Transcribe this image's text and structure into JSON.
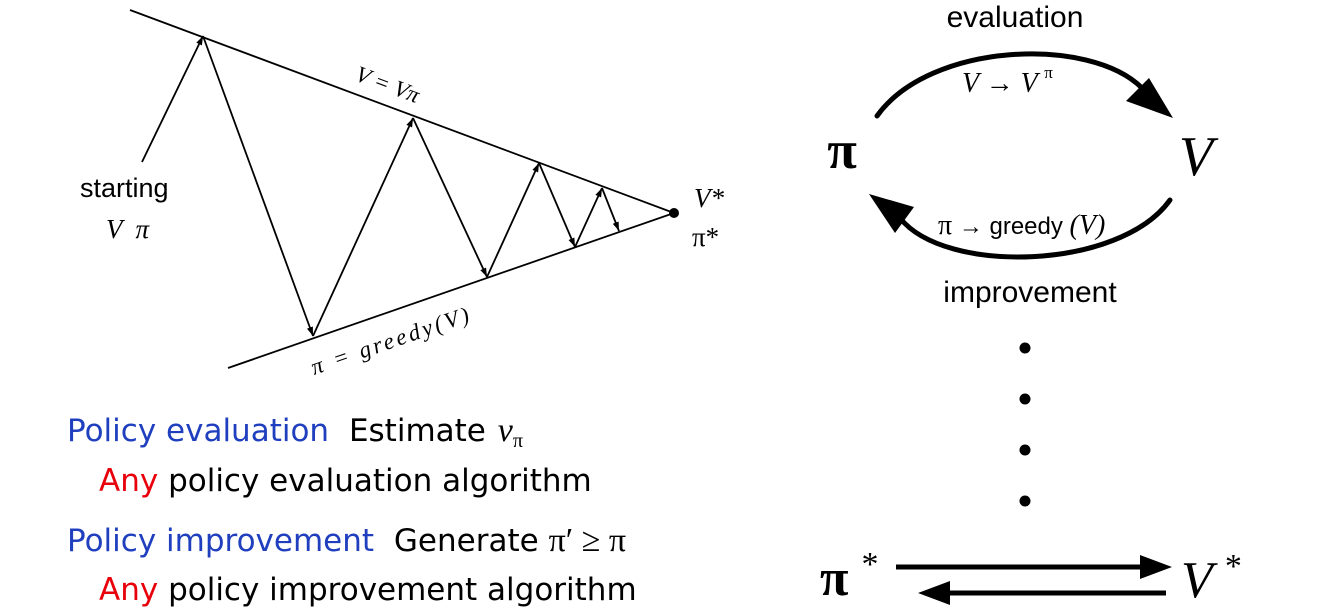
{
  "left_diagram": {
    "label_v_eq_vpi": "V = Vπ",
    "label_pi_eq_greedy": "π = greedy(V)",
    "starting_label": "starting",
    "starting_sub": "V  π",
    "converge_v": "V*",
    "converge_pi": "π*"
  },
  "right_diagram": {
    "top_label": "evaluation",
    "top_formula_lhs": "V →",
    "top_formula_rhs": "V",
    "top_formula_sup": "π",
    "node_pi": "π",
    "node_v": "V",
    "bottom_formula_pi": "π",
    "bottom_formula_arrow": "→",
    "bottom_formula_greedy": "greedy",
    "bottom_formula_arg": "(V)",
    "bottom_label": "improvement",
    "final_pi": "π",
    "final_v": "V",
    "final_star": "*"
  },
  "text_block": {
    "line1_term": "Policy evaluation",
    "line1_rest": "Estimate",
    "line1_math": "v",
    "line1_math_sub": "π",
    "line2_any": "Any",
    "line2_rest": "policy evaluation algorithm",
    "line3_term": "Policy improvement",
    "line3_rest": "Generate",
    "line3_math": "π′ ≥ π",
    "line4_any": "Any",
    "line4_rest": "policy improvement algorithm"
  },
  "colors": {
    "term_blue": "#1f3fbf",
    "any_red": "#e8000b",
    "ink": "#000000"
  }
}
